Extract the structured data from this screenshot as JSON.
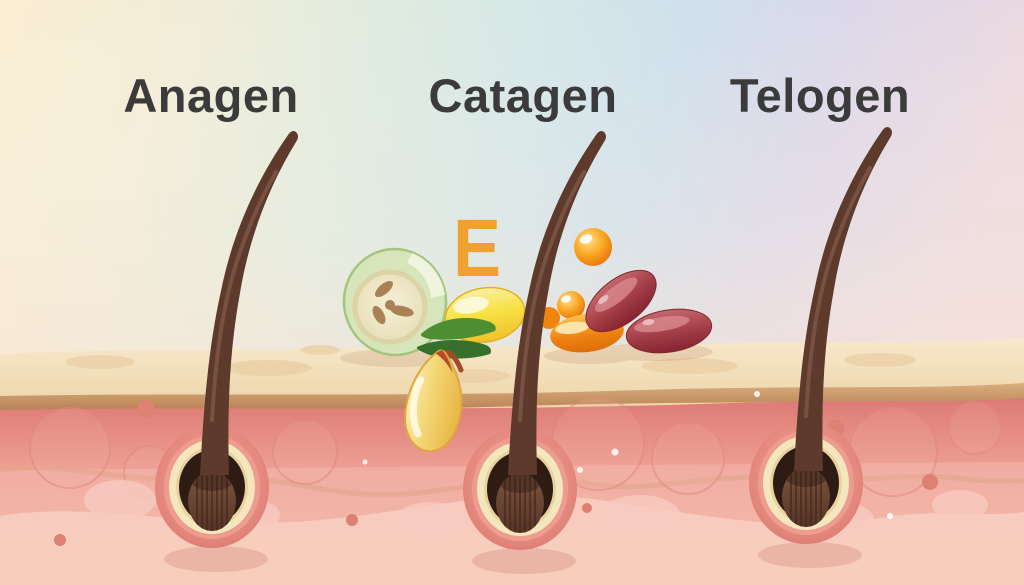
{
  "illustration": {
    "subject": "hair-growth-cycle-skin-cross-section",
    "phases": [
      {
        "id": "anagen",
        "label": "Anagen"
      },
      {
        "id": "catagen",
        "label": "Catagen"
      },
      {
        "id": "telogen",
        "label": "Telogen"
      }
    ],
    "vitamin_letter": "E",
    "supplement_icons": [
      "seed-kernel-icon",
      "green-leaves-icon",
      "yellow-softgel-capsule-icon",
      "sunflower-seed-icon",
      "orange-softgel-ball-icon",
      "orange-softgel-capsule-icon",
      "red-pill-icon"
    ],
    "colors": {
      "label_text": "#3B3B3B",
      "vitamin_e_orange": "#F1A12F",
      "background_left": "#FAEDD2",
      "background_mint": "#D8E9E4",
      "background_blue": "#CFE0EC",
      "background_right": "#EDD9DF",
      "epidermis": "#F3E0BC",
      "epidermis_edge": "#C08A5C",
      "dermis_red": "#DF7F78",
      "dermis_mid": "#F0A89D",
      "dermis_light": "#F7CDBF",
      "follicle_ring_pink": "#E58C82",
      "follicle_ring_cream": "#F4E6BD",
      "follicle_cavity": "#2E1B14",
      "hair_brown": "#5D3A2C",
      "softgel_yellow": "#F8E246",
      "softgel_orange": "#F9A51F",
      "pill_red": "#A23B44",
      "seed_gold": "#F5D878",
      "leaf_green": "#4F8D33",
      "nut_green": "#D6E6BA"
    }
  }
}
